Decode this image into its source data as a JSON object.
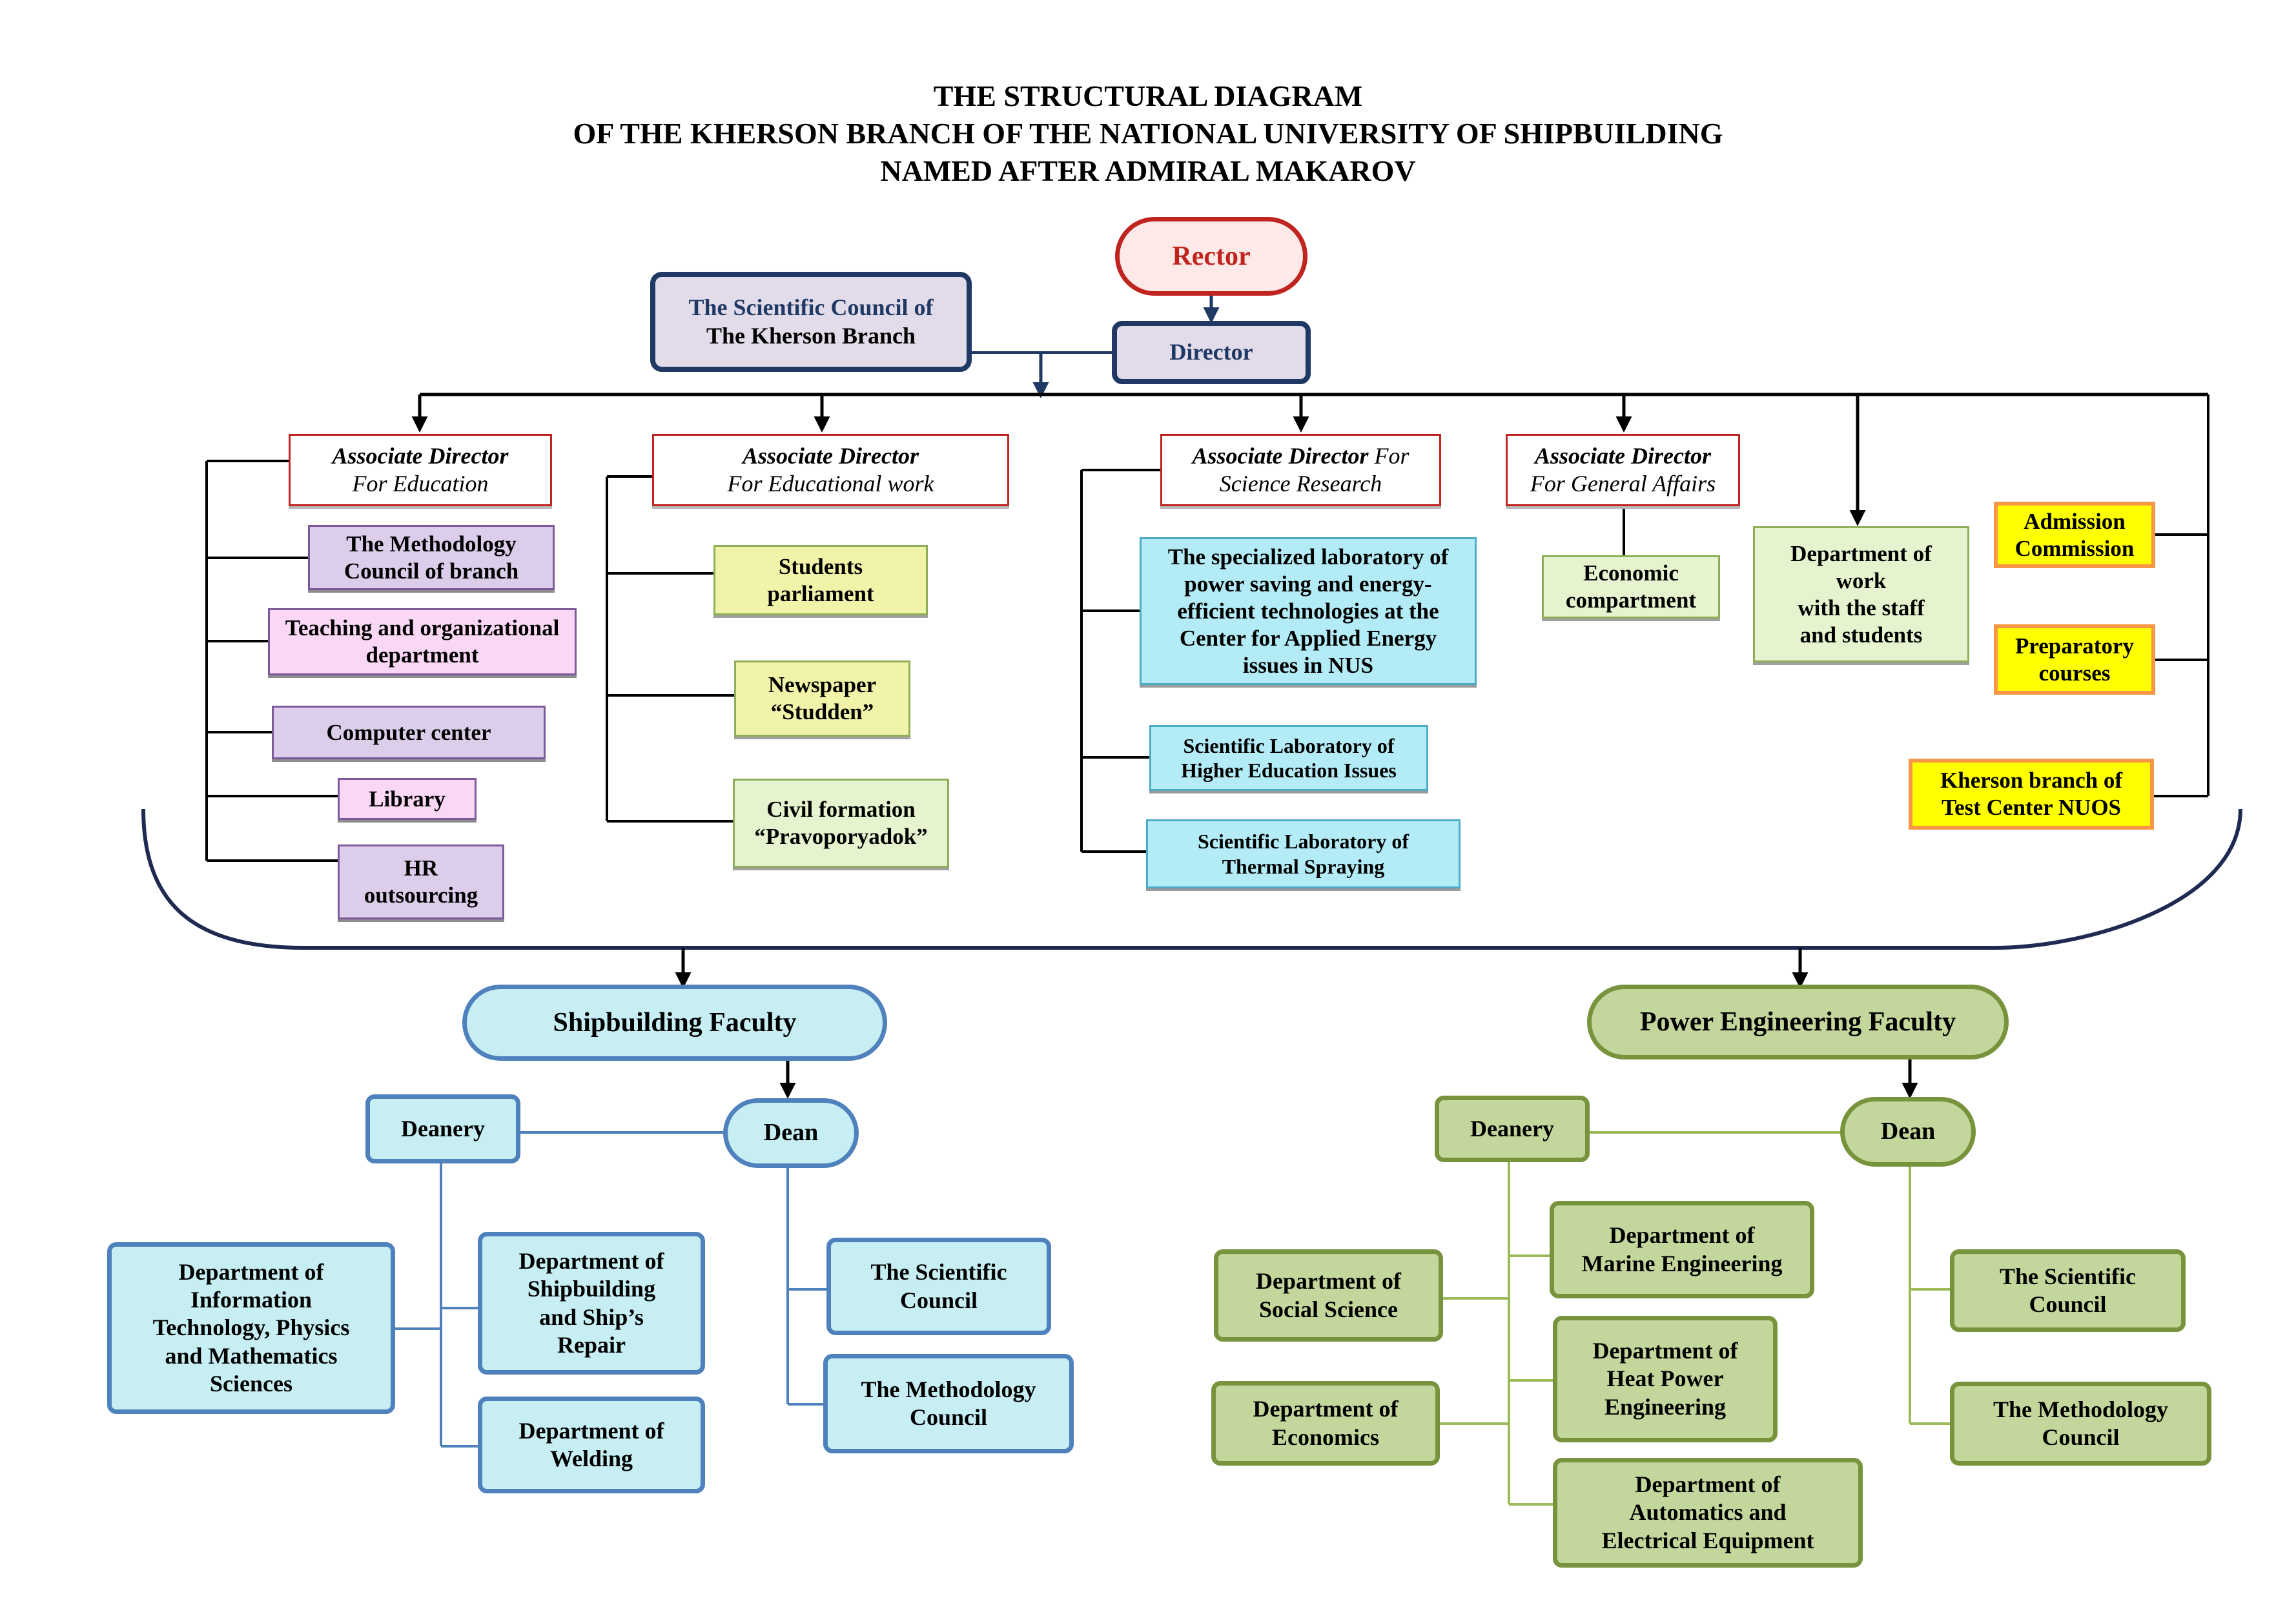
{
  "title": {
    "line1": "THE STRUCTURAL DIAGRAM",
    "line2": "OF  THE KHERSON BRANCH OF THE NATIONAL UNIVERSITY OF SHIPBUILDING",
    "line3": "NAMED AFTER ADMIRAL MAKAROV"
  },
  "top": {
    "rector": "Rector",
    "director": "Director",
    "scientific_council": {
      "line1": "The Scientific Council of",
      "line2": "The Kherson Branch"
    }
  },
  "education": {
    "head": {
      "title": "Associate Director",
      "sub": "For Education"
    },
    "units": [
      {
        "line1": "The Methodology",
        "line2": "Council of branch"
      },
      {
        "line1": "Teaching and organizational",
        "line2": "department"
      },
      {
        "line1": "Computer center",
        "line2": ""
      },
      {
        "line1": "Library",
        "line2": ""
      },
      {
        "line1": "HR",
        "line2": "outsourcing"
      }
    ]
  },
  "educational_work": {
    "head": {
      "title": "Associate Director",
      "sub": "For Educational work"
    },
    "units": [
      {
        "line1": "Students",
        "line2": "parliament"
      },
      {
        "line1": "Newspaper",
        "line2": "“Studden”"
      },
      {
        "line1": "Civil formation",
        "line2": "“Pravoporyadok”"
      }
    ]
  },
  "science": {
    "head": {
      "title": "Associate Director",
      "title_tail": "For",
      "sub": "Science Research"
    },
    "units": [
      {
        "lines": [
          "The specialized laboratory of",
          "power saving and energy-",
          "efficient technologies at the",
          "Center for Applied Energy",
          "issues in NUS"
        ]
      },
      {
        "lines": [
          "Scientific Laboratory of",
          "Higher Education Issues"
        ]
      },
      {
        "lines": [
          "Scientific Laboratory of",
          "Thermal Spraying"
        ]
      }
    ]
  },
  "general": {
    "head": {
      "title": "Associate Director",
      "sub": "For General Affairs"
    },
    "unit": {
      "line1": "Economic",
      "line2": "compartment"
    }
  },
  "staff_dept": {
    "lines": [
      "Department of",
      "work",
      "with the staff",
      "and students"
    ]
  },
  "right_units": [
    {
      "line1": "Admission",
      "line2": "Commission"
    },
    {
      "line1": "Preparatory",
      "line2": "courses"
    },
    {
      "line1": "Kherson branch of",
      "line2": "Test Center NUOS"
    }
  ],
  "shipbuilding": {
    "faculty": "Shipbuilding Faculty",
    "deanery": "Deanery",
    "dean": "Dean",
    "departments": [
      {
        "lines": [
          "Department of",
          "Information",
          "Technology, Physics",
          "and Mathematics",
          "Sciences"
        ]
      },
      {
        "lines": [
          "Department of",
          "Shipbuilding",
          "and Ship’s",
          "Repair"
        ]
      },
      {
        "lines": [
          "Department of",
          "Welding"
        ]
      }
    ],
    "councils": [
      {
        "line1": "The Scientific",
        "line2": "Council"
      },
      {
        "line1": "The Methodology",
        "line2": "Council"
      }
    ]
  },
  "power": {
    "faculty": "Power Engineering Faculty",
    "deanery": "Deanery",
    "dean": "Dean",
    "departments": [
      {
        "lines": [
          "Department of",
          "Social Science"
        ]
      },
      {
        "lines": [
          "Department of",
          "Economics"
        ]
      },
      {
        "lines": [
          "Department of",
          "Marine Engineering"
        ]
      },
      {
        "lines": [
          "Department of",
          "Heat Power",
          "Engineering"
        ]
      },
      {
        "lines": [
          "Department of",
          "Automatics and",
          "Electrical Equipment"
        ]
      }
    ],
    "councils": [
      {
        "line1": "The Scientific",
        "line2": "Council"
      },
      {
        "line1": "The  Methodology",
        "line2": "Council"
      }
    ]
  },
  "colors": {
    "rector": "#c0241f",
    "director": "#1f3864",
    "shipbuilding": "#4f81bd",
    "power": "#77933c",
    "highlight": "#ffff00"
  }
}
